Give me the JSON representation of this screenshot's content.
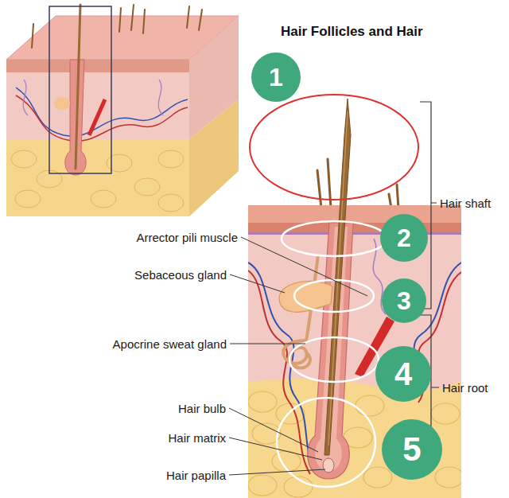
{
  "diagram": {
    "title": "Hair Follicles and Hair",
    "nodes": [
      {
        "text": [
          "1"
        ]
      },
      {
        "text": [
          "2"
        ]
      },
      {
        "text": [
          "3"
        ]
      },
      {
        "text": [
          "4"
        ]
      },
      {
        "text": [
          "5"
        ]
      }
    ],
    "labels": [
      "Arrector pili muscle",
      "Sebaceous gland",
      "Apocrine sweat gland",
      "Hair bulb",
      "Hair matrix",
      "Hair papilla",
      "Hair shaft",
      "Hair root"
    ]
  }
}
